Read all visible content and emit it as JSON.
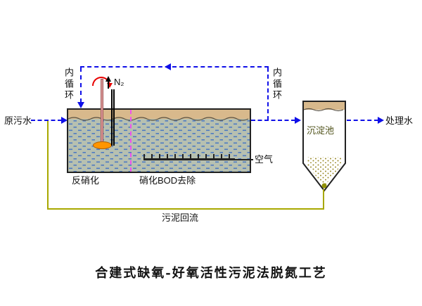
{
  "colors": {
    "flow_line": "#0f0fe8",
    "sludge_line": "#a8a800",
    "divider": "#f050f0",
    "water": "#b7c0b0",
    "water_dash": "#4d7ac2",
    "scum": "#d8b98c",
    "impeller": "#ff9500",
    "rot": "#e80000"
  },
  "icons": {
    "n2_up_arrow": "up-arrow",
    "rotation_arrow": "curved-clockwise-arrow",
    "flow_arrowheads": "triangle"
  },
  "diagram": {
    "inflow_label": "原污水",
    "outflow_label": "处理水",
    "recycle_label_left": "内循环",
    "recycle_label_right": "内循环",
    "n2_label": "N₂",
    "zone_left_label": "反硝化",
    "zone_right_label": "硝化BOD去除",
    "air_label": "空气",
    "sludge_return_label": "污泥回流",
    "clarifier_label": "沉淀池",
    "title": "合建式缺氧-好氧活性污泥法脱氮工艺"
  }
}
